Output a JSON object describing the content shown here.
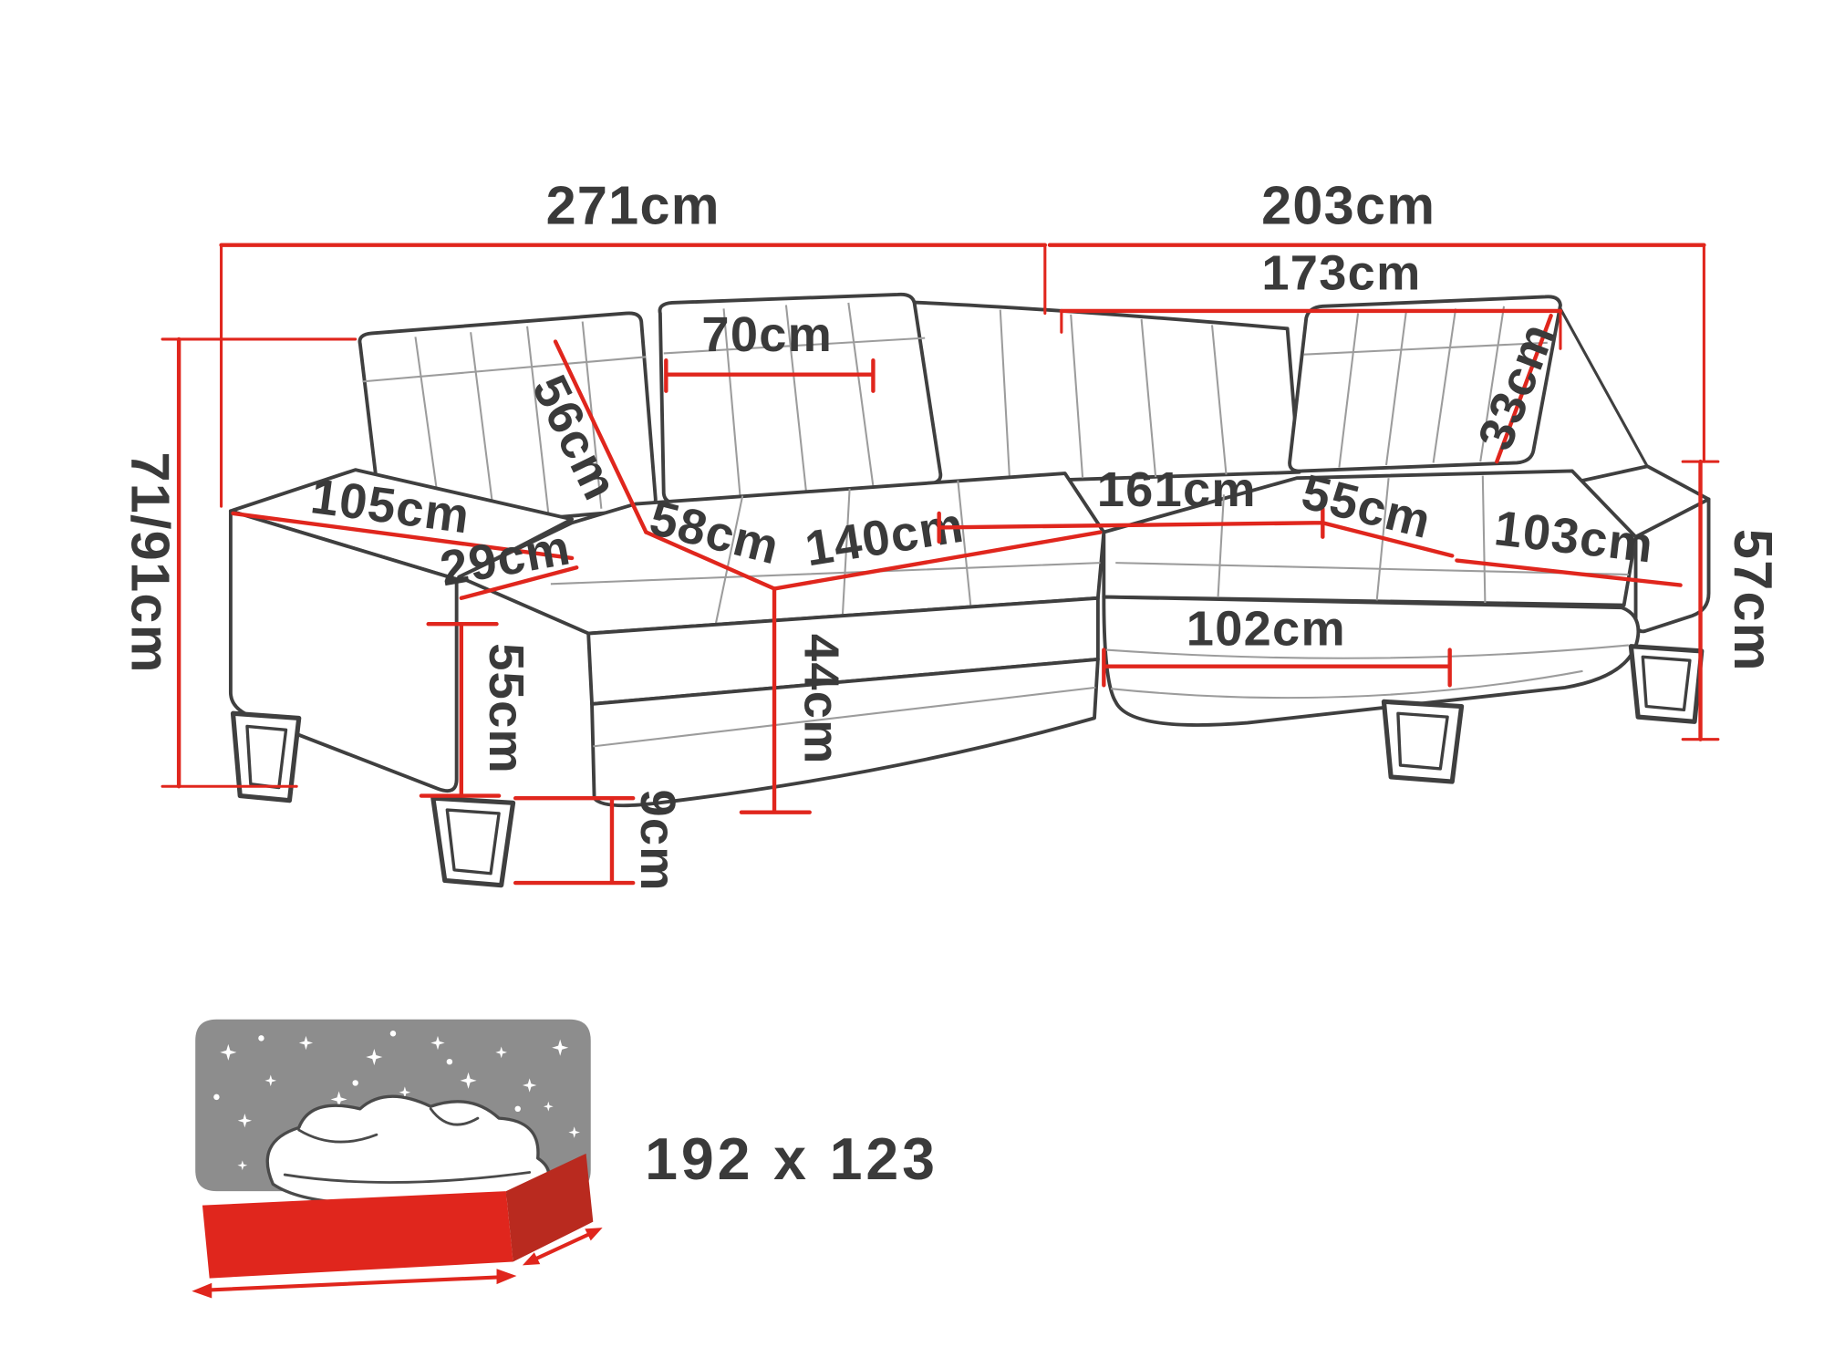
{
  "diagram": {
    "labels": {
      "width_left": "271cm",
      "width_right": "203cm",
      "width_right_inner": "173cm",
      "headrest_width": "70cm",
      "headrest_height_left": "56cm",
      "headrest_height_right": "33cm",
      "height_total": "71/91cm",
      "armrest_length": "105cm",
      "armrest_width": "29cm",
      "seat_depth_left": "58cm",
      "seat_width_left": "140cm",
      "seat_width_corner": "161cm",
      "seat_depth_right": "55cm",
      "chaise_width": "103cm",
      "height_right": "57cm",
      "seat_height": "44cm",
      "base_height": "55cm",
      "leg_height": "9cm",
      "chaise_front_width": "102cm"
    },
    "colors": {
      "dimension": "#e0261d",
      "outline": "#3f3f3f",
      "tuft": "#9c9c9c",
      "text": "#3a3a3a",
      "icon_gray": "#8d8d8d",
      "mattress_side": "#b92a1f"
    }
  },
  "sleeping_area": {
    "icon": "bed-with-starry-headboard-icon",
    "label": "192 x 123"
  }
}
